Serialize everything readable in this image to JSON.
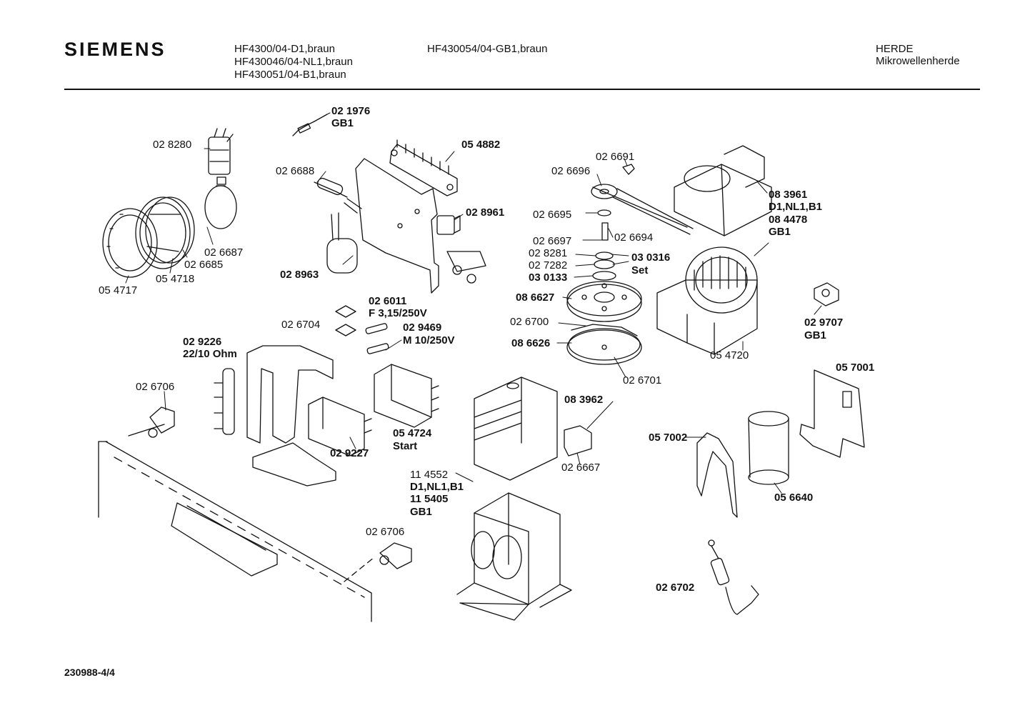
{
  "header": {
    "brand": "SIEMENS",
    "models_left": [
      "HF4300/04-D1,braun",
      "HF430046/04-NL1,braun",
      "HF430051/04-B1,braun"
    ],
    "model_mid": "HF430054/04-GB1,braun",
    "category": "HERDE",
    "subcategory": "Mikrowellenherde"
  },
  "parts": {
    "p021976": "02 1976",
    "p021976_v": "GB1",
    "p028280": "02 8280",
    "p026688": "02 6688",
    "p054882": "05 4882",
    "p026691": "02 6691",
    "p026696": "02 6696",
    "p083961": "08 3961",
    "p083961_v": "D1,NL1,B1",
    "p084478": "08 4478",
    "p084478_v": "GB1",
    "p028961": "02 8961",
    "p026695": "02 6695",
    "p026694": "02 6694",
    "p026697": "02 6697",
    "p028281": "02 8281",
    "p030316": "03 0316",
    "p030316_v": "Set",
    "p027282": "02 7282",
    "p030133": "03 0133",
    "p026687": "02 6687",
    "p026685": "02 6685",
    "p054718": "05 4718",
    "p054717": "05 4717",
    "p028963": "02 8963",
    "p086627": "08 6627",
    "p026011": "02 6011",
    "p026011_v": "F 3,15/250V",
    "p026704": "02 6704",
    "p029469": "02 9469",
    "p029469_v": "M 10/250V",
    "p026700": "02 6700",
    "p029707": "02 9707",
    "p029707_v": "GB1",
    "p029226": "02 9226",
    "p029226_v": "22/10 Ohm",
    "p086626": "08 6626",
    "p054720": "05 4720",
    "p026701": "02 6701",
    "p057001": "05 7001",
    "p026706a": "02 6706",
    "p083962": "08 3962",
    "p054724": "05 4724",
    "p054724_v": "Start",
    "p057002": "05 7002",
    "p029227": "02 9227",
    "p026667": "02 6667",
    "p114552": "11 4552",
    "p114552_v": "D1,NL1,B1",
    "p115405": "11 5405",
    "p115405_v": "GB1",
    "p056640": "05 6640",
    "p026706b": "02 6706",
    "p026702": "02 6702"
  },
  "footer": {
    "doc_number": "230988-4/4"
  }
}
